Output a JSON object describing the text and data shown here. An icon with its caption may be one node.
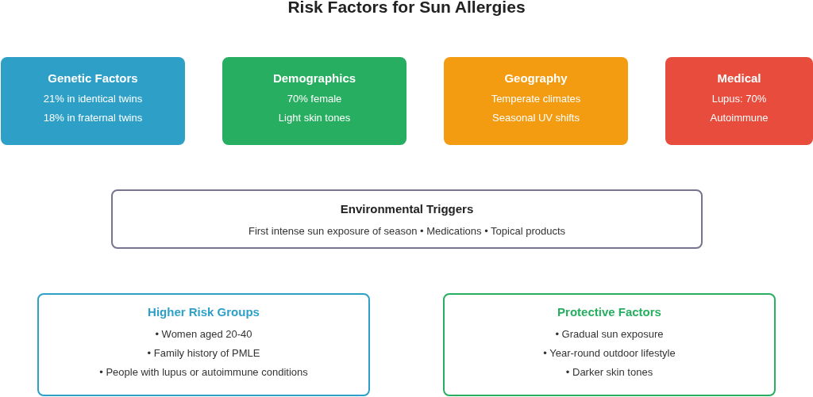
{
  "diagram": {
    "title": "Risk Factors for Sun Allergies",
    "nodes": [
      {
        "text": [
          "Genetic Factors",
          "21% in identical twins",
          "18% in fraternal twins"
        ]
      },
      {
        "text": [
          "Demographics",
          "70% female",
          "Light skin tones"
        ]
      },
      {
        "text": [
          "Geography",
          "Temperate climates",
          "Seasonal UV shifts"
        ]
      },
      {
        "text": [
          "Medical",
          "Lupus: 70%",
          "Autoimmune"
        ]
      },
      {
        "text": [
          "Environmental Triggers",
          "First intense sun exposure of season • Medications • Topical products"
        ]
      },
      {
        "text": [
          "Higher Risk Groups",
          "• Women aged 20-40",
          "• Family history of PMLE",
          "• People with lupus or autoimmune conditions"
        ]
      },
      {
        "text": [
          "Protective Factors",
          "• Gradual sun exposure",
          "• Year-round outdoor lifestyle",
          "• Darker skin tones"
        ]
      }
    ],
    "edges": []
  }
}
